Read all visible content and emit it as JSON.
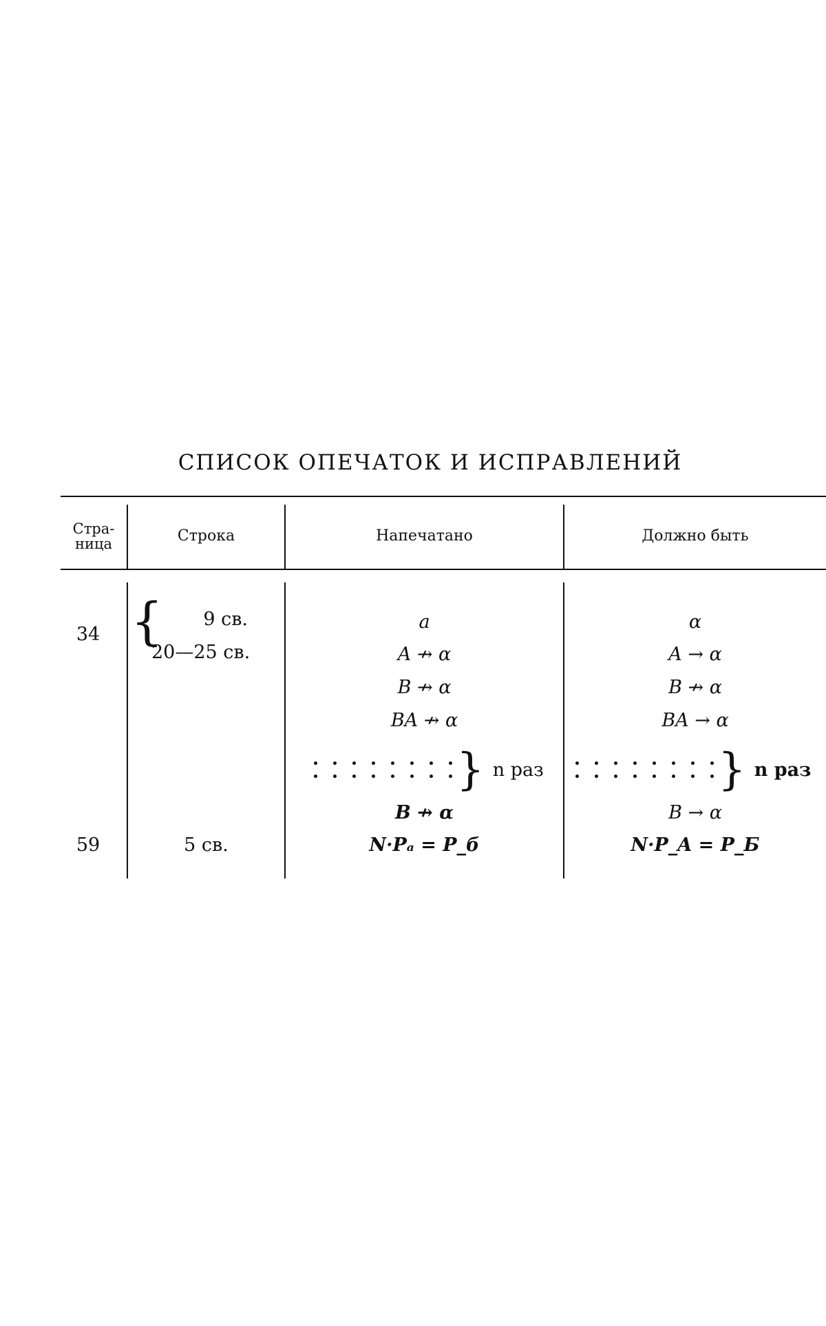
{
  "title": "СПИСОК ОПЕЧАТОК И ИСПРАВЛЕНИЙ",
  "headers": {
    "page": "Стра-\nница",
    "line": "Строка",
    "printed": "Напечатано",
    "should_be": "Должно быть"
  },
  "rows": {
    "page_34": "34",
    "line_34_a": "9 св.",
    "line_34_b": "20—25 св.",
    "page_59": "59",
    "line_59": "5 св."
  },
  "printed": {
    "r1": "a",
    "r2": "A ↛ α",
    "r3": "B ↛ α",
    "r4": "BA ↛ α",
    "r5_label": "n раз",
    "r6": "B ↛ α",
    "r7": "N·Pₐ = P_б"
  },
  "should_be": {
    "r1": "α",
    "r2": "A → α",
    "r3": "B ↛ α",
    "r4": "BA → α",
    "r5_label": "n раз",
    "r6": "B → α",
    "r7": "N·P_A = P_Б"
  }
}
